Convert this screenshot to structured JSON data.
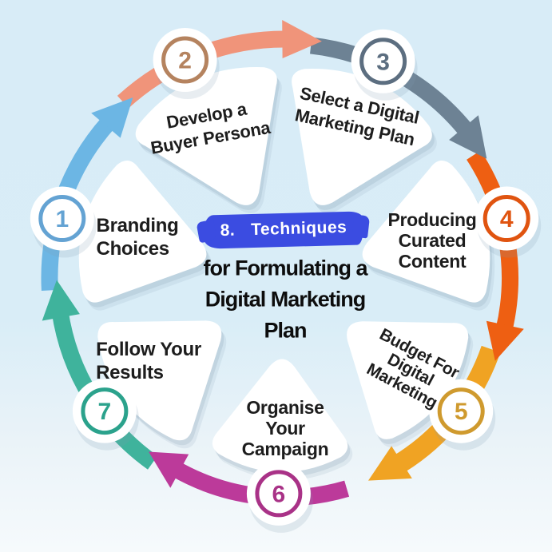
{
  "center": {
    "badge_number": "8.",
    "badge_word": "Techniques",
    "badge_color": "#3b4ce1",
    "badge_text_color": "#ffffff",
    "title_lines": [
      "for Formulating a",
      "Digital Marketing",
      "Plan"
    ],
    "title_color": "#0d0d0d"
  },
  "segments": [
    {
      "number": "1",
      "label_lines": [
        "Branding",
        "Choices"
      ],
      "ring_color": "#64a3d3",
      "arrow_color": "#6cb6e4"
    },
    {
      "number": "2",
      "label_lines": [
        "Develop a",
        "Buyer Persona"
      ],
      "ring_color": "#b5835f",
      "arrow_color": "#f0947a"
    },
    {
      "number": "3",
      "label_lines": [
        "Select a Digital",
        "Marketing Plan"
      ],
      "ring_color": "#5c6e80",
      "arrow_color": "#6d8294"
    },
    {
      "number": "4",
      "label_lines": [
        "Producing",
        "Curated",
        "Content"
      ],
      "ring_color": "#e05410",
      "arrow_color": "#ee5f12"
    },
    {
      "number": "5",
      "label_lines": [
        "Budget For",
        "Digital",
        "Marketing"
      ],
      "ring_color": "#cf9a2e",
      "arrow_color": "#f0a323"
    },
    {
      "number": "6",
      "label_lines": [
        "Organise",
        "Your",
        "Campaign"
      ],
      "ring_color": "#a93287",
      "arrow_color": "#bc3a9a"
    },
    {
      "number": "7",
      "label_lines": [
        "Follow Your",
        "Results"
      ],
      "ring_color": "#2ba28c",
      "arrow_color": "#3fb39c"
    }
  ],
  "colors": {
    "background_top": "#d8ecf7",
    "background_bottom": "#f6fafc",
    "petal_fill": "#ffffff",
    "shadow": "rgba(130,155,175,0.22)",
    "label_text": "#1d1d1d"
  }
}
